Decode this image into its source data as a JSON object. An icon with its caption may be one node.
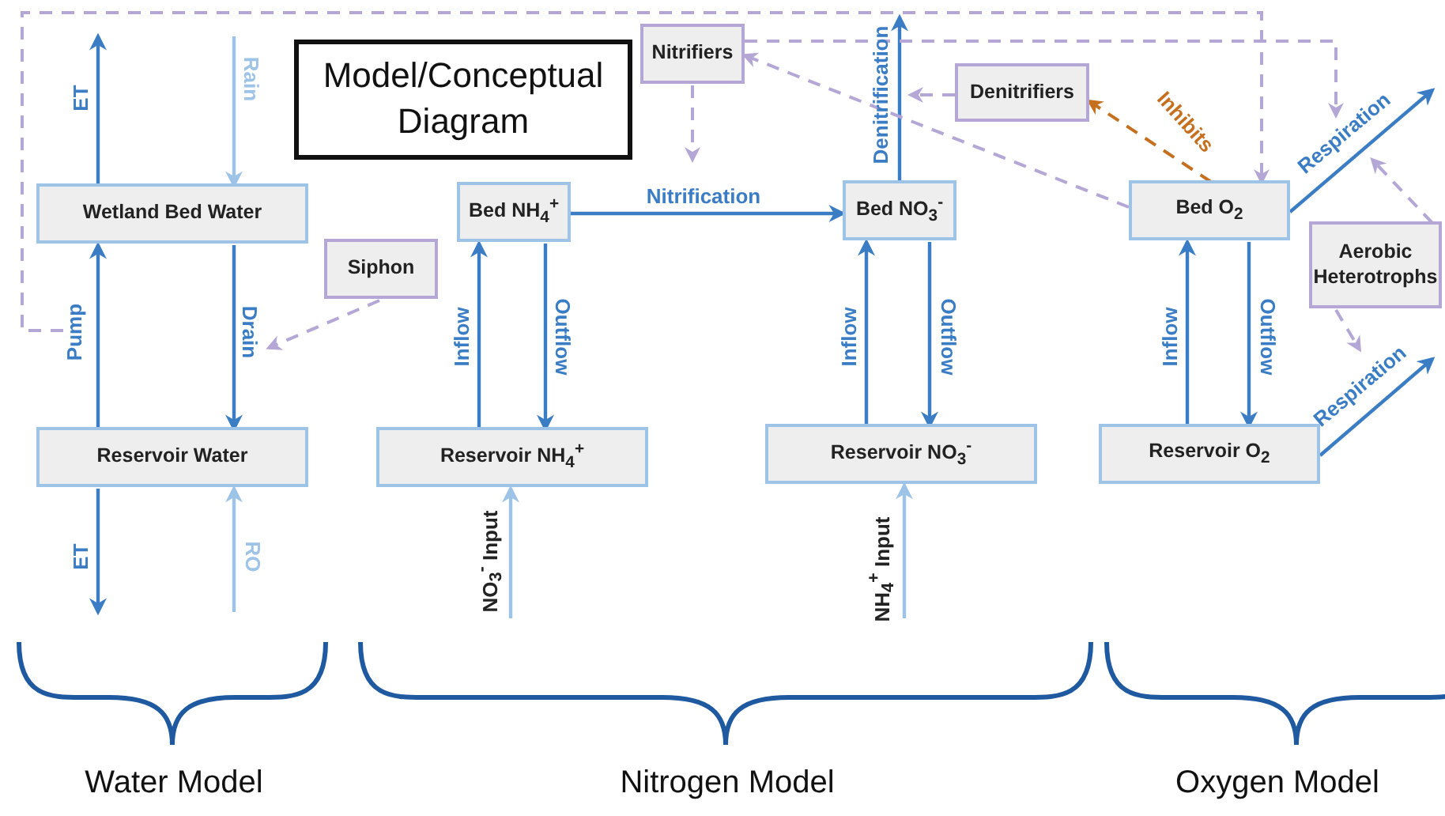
{
  "diagram": {
    "title": "Model/Conceptual Diagram",
    "nodes": [
      {
        "text": [
          "Nitrifiers"
        ]
      },
      {
        "text": [
          "Denitrifiers"
        ]
      },
      {
        "text": [
          "Wetland Bed Water"
        ]
      },
      {
        "text": [
          "Siphon"
        ]
      },
      {
        "text": [
          "Bed NH$_{4}$$^{+}$"
        ]
      },
      {
        "text": [
          "Bed NO$_{3}$$^{-}$"
        ]
      },
      {
        "text": [
          "Bed O$_{2}$"
        ]
      },
      {
        "text": [
          "Aerobic Heterotrophs"
        ]
      },
      {
        "text": [
          "Reservoir Water"
        ]
      },
      {
        "text": [
          "Reservoir NH$_{4}$$^{+}$"
        ]
      },
      {
        "text": [
          "Reservoir NO$_{3}$$^{-}$"
        ]
      },
      {
        "text": [
          "Reservoir O$_{2}$"
        ]
      }
    ],
    "edges": [
      {
        "from": 2,
        "to": null,
        "arrow": "to",
        "label": "ET"
      },
      {
        "from": null,
        "to": 2,
        "arrow": "to",
        "label": "Rain",
        "color": "#9dc3e6"
      },
      {
        "from": 8,
        "to": 2,
        "arrow": "to",
        "label": "Pump"
      },
      {
        "from": 2,
        "to": 8,
        "arrow": "to",
        "label": "Drain"
      },
      {
        "from": 3,
        "to": null,
        "arrow": "to",
        "style": "dashed",
        "color": "#b4a7d6"
      },
      {
        "from": 8,
        "to": null,
        "arrow": "to",
        "label": "ET"
      },
      {
        "from": null,
        "to": 8,
        "arrow": "to",
        "label": "RO",
        "color": "#9dc3e6"
      },
      {
        "from": 4,
        "to": 5,
        "arrow": "to",
        "label": "Nitrification"
      },
      {
        "from": 9,
        "to": 4,
        "arrow": "to",
        "label": "Inflow"
      },
      {
        "from": 4,
        "to": 9,
        "arrow": "to",
        "label": "Outflow"
      },
      {
        "from": null,
        "to": 9,
        "arrow": "to",
        "label": "NO$_{3}$$^{-}$ Input",
        "color": "#9dc3e6"
      },
      {
        "from": 10,
        "to": 5,
        "arrow": "to",
        "label": "Inflow"
      },
      {
        "from": 5,
        "to": 10,
        "arrow": "to",
        "label": "Outflow"
      },
      {
        "from": null,
        "to": 10,
        "arrow": "to",
        "label": "NH$_{4}$$^{+}$ Input",
        "color": "#9dc3e6"
      },
      {
        "from": 5,
        "to": null,
        "arrow": "to",
        "label": "Denitrification"
      },
      {
        "from": 1,
        "to": null,
        "arrow": "to",
        "style": "dashed",
        "color": "#b4a7d6"
      },
      {
        "from": 6,
        "to": 1,
        "arrow": "to",
        "label": "Inhibits",
        "style": "dashed",
        "color": "#c5701e"
      },
      {
        "from": 11,
        "to": 6,
        "arrow": "to",
        "label": "Inflow"
      },
      {
        "from": 6,
        "to": 11,
        "arrow": "to",
        "label": "Outflow"
      },
      {
        "from": 6,
        "to": null,
        "arrow": "to",
        "label": "Respiration"
      },
      {
        "from": 11,
        "to": null,
        "arrow": "to",
        "label": "Respiration"
      },
      {
        "from": 7,
        "to": null,
        "arrow": "to",
        "style": "dashed",
        "color": "#b4a7d6"
      },
      {
        "from": 7,
        "to": null,
        "arrow": "to",
        "style": "dashed",
        "color": "#b4a7d6"
      },
      {
        "from": 0,
        "to": null,
        "arrow": "to",
        "style": "dashed",
        "color": "#b4a7d6"
      },
      {
        "from": 6,
        "to": 0,
        "arrow": "to",
        "style": "dashed",
        "color": "#b4a7d6"
      },
      {
        "from": null,
        "to": 6,
        "arrow": "to",
        "style": "dashed",
        "color": "#b4a7d6"
      },
      {
        "from": 0,
        "to": null,
        "arrow": "to",
        "style": "dashed",
        "color": "#b4a7d6"
      }
    ],
    "labels": [
      "Water Model",
      "Nitrogen Model",
      "Oxygen Model"
    ]
  }
}
